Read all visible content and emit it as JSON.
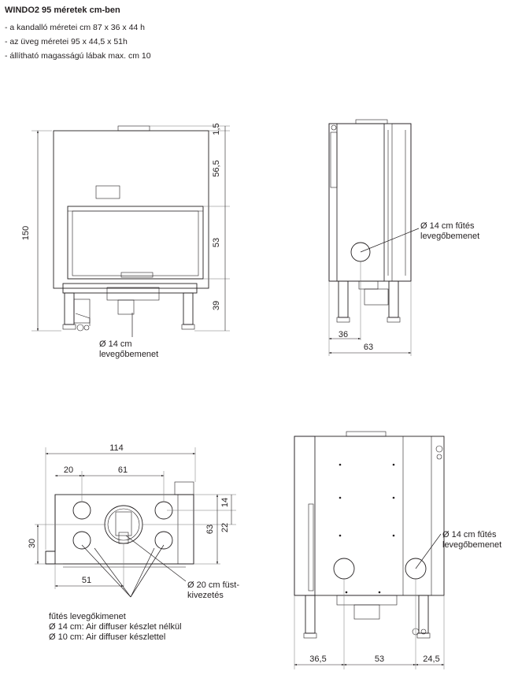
{
  "header": {
    "title": "WINDO2 95 méretek cm-ben",
    "specs": [
      "- a kandalló méretei cm 87 x 36 x 44 h",
      "- az üveg méretei  95 x 44,5 x 51h",
      "- állítható magasságú lábak max. cm 10"
    ]
  },
  "front_view": {
    "dims": {
      "total_height": "150",
      "top_small": "1,5",
      "upper_section": "56,5",
      "glass_section": "53",
      "base_section": "39"
    },
    "label_lines": [
      "Ø 14 cm",
      "levegőbemenet"
    ]
  },
  "side_view": {
    "dims": {
      "depth_to_inlet": "36",
      "depth_total": "63"
    },
    "label_lines": [
      "Ø 14 cm fűtés",
      "levegőbemenet"
    ]
  },
  "top_view": {
    "dims": {
      "total_width": "114",
      "left_offset": "20",
      "inner_width": "61",
      "depth": "63",
      "offset_a": "14",
      "offset_b": "22",
      "left_depth": "30",
      "bottom_offset": "51"
    },
    "flue_label_lines": [
      "Ø 20 cm füst-",
      "kivezetés"
    ],
    "legend_lines": [
      "fűtés levegőkimenet",
      "Ø 14 cm: Air diffuser készlet nélkül",
      "Ø 10 cm: Air diffuser készlettel"
    ]
  },
  "rear_view": {
    "dims": {
      "left": "36,5",
      "middle": "53",
      "right": "24,5"
    },
    "label_lines": [
      "Ø 14 cm fűtés",
      "levegőbemenet"
    ]
  }
}
